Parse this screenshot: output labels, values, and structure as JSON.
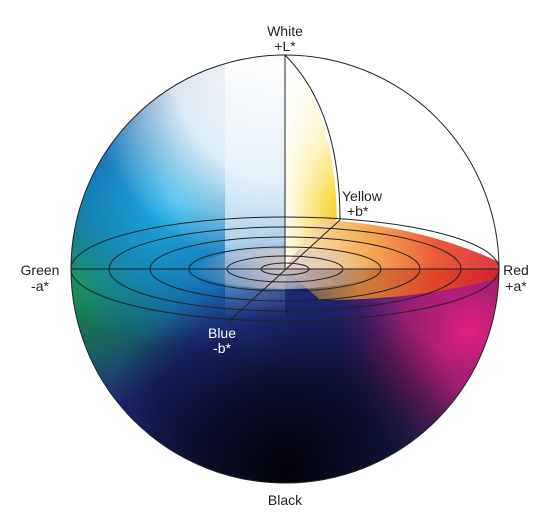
{
  "labels": {
    "white": {
      "name": "White",
      "axis": "+L*"
    },
    "black": {
      "name": "Black"
    },
    "yellow": {
      "name": "Yellow",
      "axis": "+b*"
    },
    "blue": {
      "name": "Blue",
      "axis": "-b*"
    },
    "green": {
      "name": "Green",
      "axis": "-a*"
    },
    "red": {
      "name": "Red",
      "axis": "+a*"
    }
  },
  "colors": {
    "white": "#ffffff",
    "black": "#0b0b12",
    "yellow": "#f6d21a",
    "orange": "#f28a1c",
    "red": "#d9242a",
    "magenta": "#d21a78",
    "blue": "#1f2c86",
    "cyan": "#17a6de",
    "green": "#1f8f3c",
    "line": "#222222"
  }
}
